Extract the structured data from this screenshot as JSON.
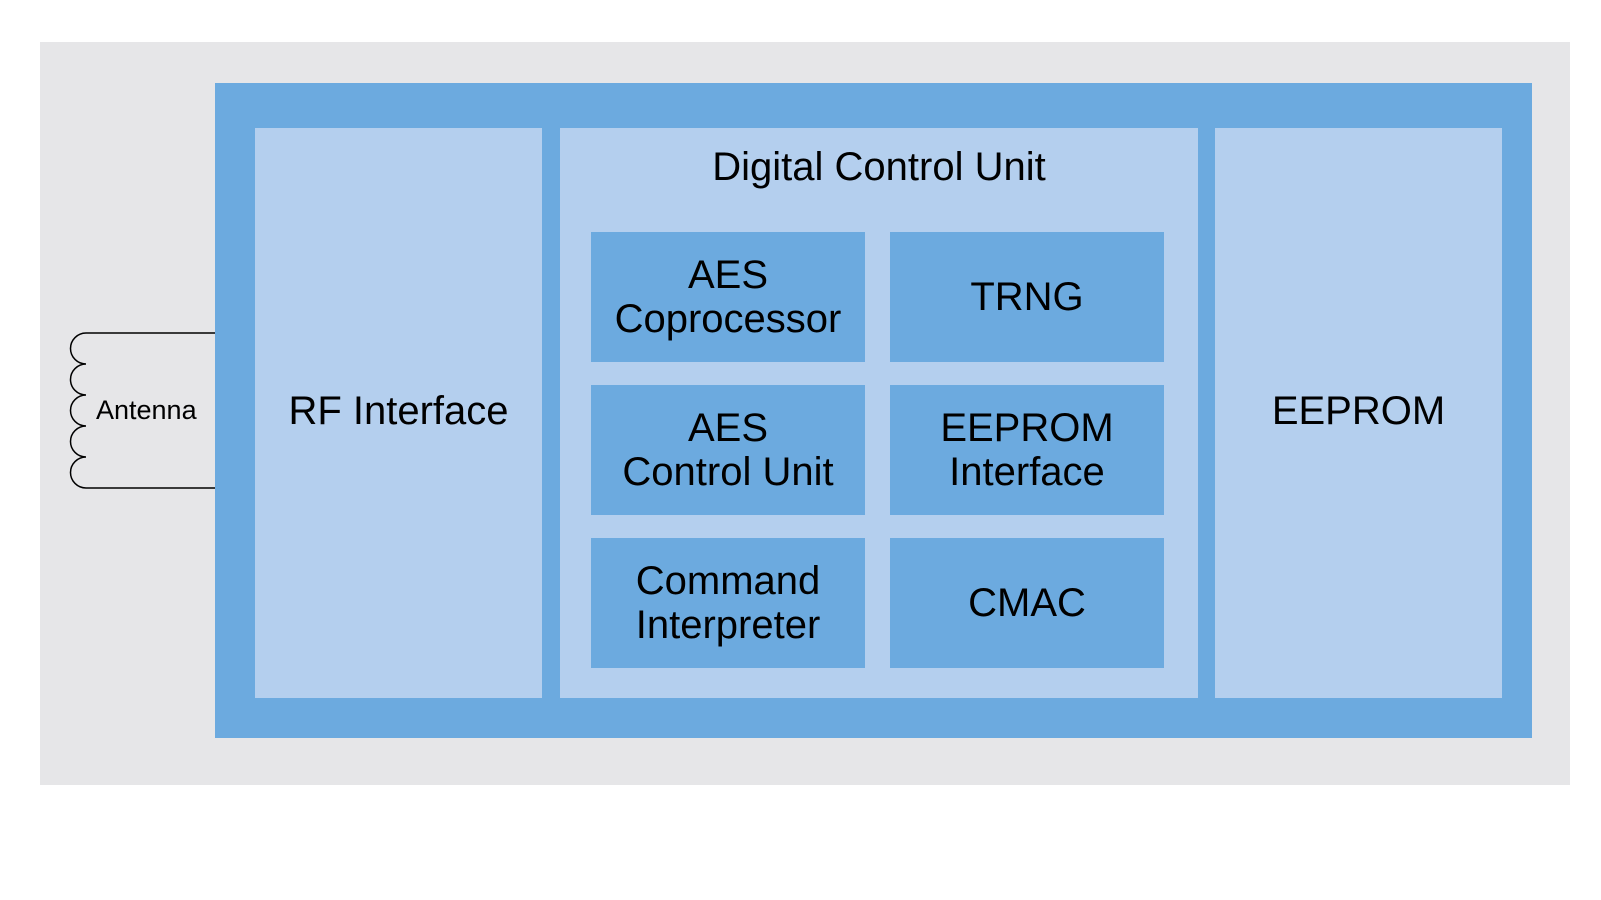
{
  "colors": {
    "backdrop": "#e6e6e8",
    "chip": "#6caadf",
    "panel": "#b4cfee",
    "block": "#6caadf"
  },
  "antenna": {
    "label": "Antenna"
  },
  "rf_interface": {
    "label": "RF Interface"
  },
  "digital_control_unit": {
    "title": "Digital Control Unit",
    "blocks": [
      {
        "label": "AES\nCoprocessor"
      },
      {
        "label": "TRNG"
      },
      {
        "label": "AES\nControl Unit"
      },
      {
        "label": "EEPROM\nInterface"
      },
      {
        "label": "Command\nInterpreter"
      },
      {
        "label": "CMAC"
      }
    ]
  },
  "eeprom": {
    "label": "EEPROM"
  }
}
